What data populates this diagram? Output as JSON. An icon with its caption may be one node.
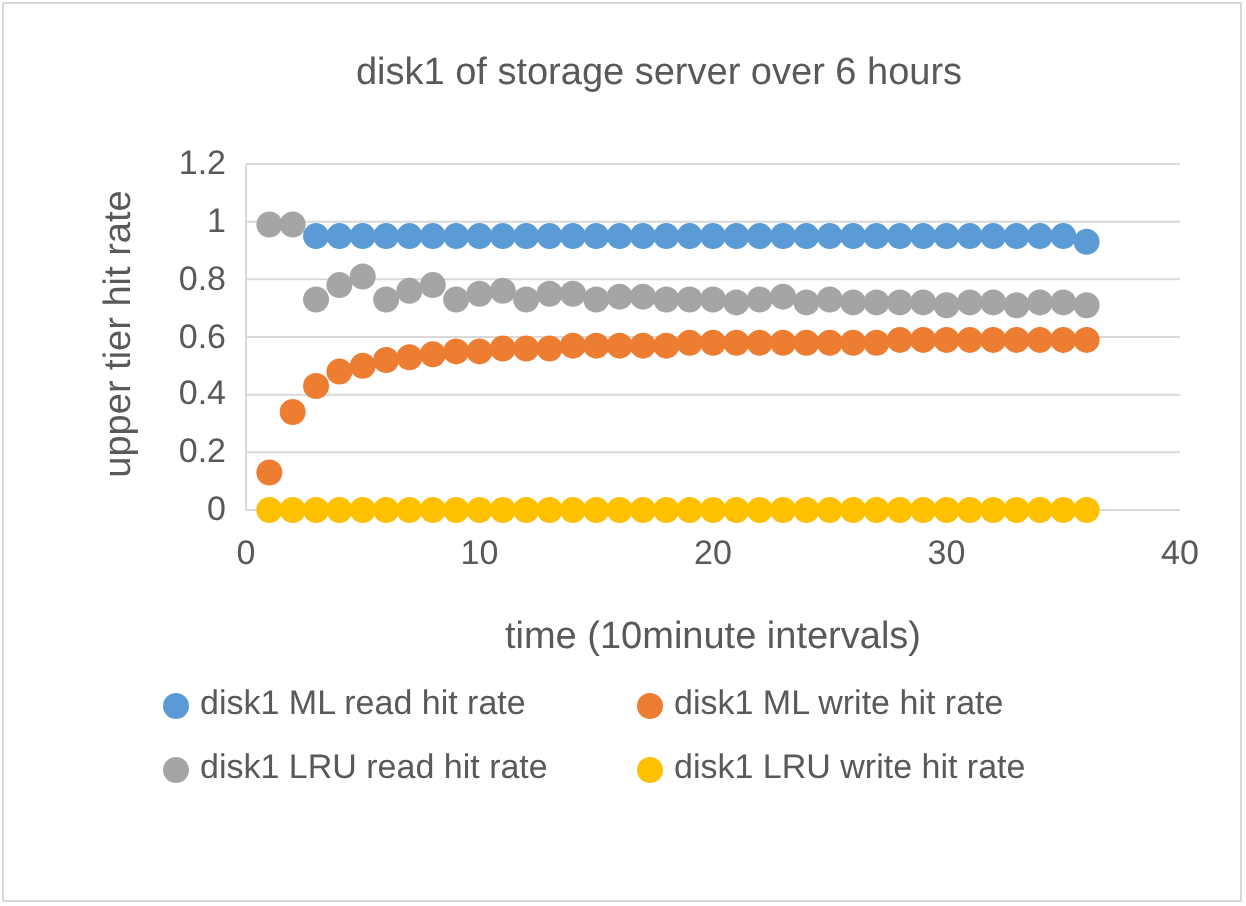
{
  "diagram": {
    "chart_data": {
      "type": "scatter",
      "title": "disk1 of storage server over 6 hours",
      "xlabel": "time (10minute intervals)",
      "ylabel": "upper tier hit rate",
      "x": [
        1,
        2,
        3,
        4,
        5,
        6,
        7,
        8,
        9,
        10,
        11,
        12,
        13,
        14,
        15,
        16,
        17,
        18,
        19,
        20,
        21,
        22,
        23,
        24,
        25,
        26,
        27,
        28,
        29,
        30,
        31,
        32,
        33,
        34,
        35,
        36
      ],
      "grid": "y",
      "legend": "bottom",
      "xlim": [
        0,
        40
      ],
      "ylim": [
        0,
        1.2
      ],
      "xticks": [
        0,
        10,
        20,
        30,
        40
      ],
      "yticks": [
        0,
        0.2,
        0.4,
        0.6,
        0.8,
        1,
        1.2
      ],
      "series": [
        {
          "name": "disk1 ML read hit rate",
          "color": "#5b9bd5",
          "values": [
            null,
            null,
            0.95,
            0.95,
            0.95,
            0.95,
            0.95,
            0.95,
            0.95,
            0.95,
            0.95,
            0.95,
            0.95,
            0.95,
            0.95,
            0.95,
            0.95,
            0.95,
            0.95,
            0.95,
            0.95,
            0.95,
            0.95,
            0.95,
            0.95,
            0.95,
            0.95,
            0.95,
            0.95,
            0.95,
            0.95,
            0.95,
            0.95,
            0.95,
            0.95,
            0.93
          ]
        },
        {
          "name": "disk1 ML write hit rate",
          "color": "#ed7d31",
          "values": [
            0.13,
            0.34,
            0.43,
            0.48,
            0.5,
            0.52,
            0.53,
            0.54,
            0.55,
            0.55,
            0.56,
            0.56,
            0.56,
            0.57,
            0.57,
            0.57,
            0.57,
            0.57,
            0.58,
            0.58,
            0.58,
            0.58,
            0.58,
            0.58,
            0.58,
            0.58,
            0.58,
            0.59,
            0.59,
            0.59,
            0.59,
            0.59,
            0.59,
            0.59,
            0.59,
            0.59
          ]
        },
        {
          "name": "disk1 LRU read hit rate",
          "color": "#a5a5a5",
          "values": [
            0.99,
            0.99,
            0.73,
            0.78,
            0.81,
            0.73,
            0.76,
            0.78,
            0.73,
            0.75,
            0.76,
            0.73,
            0.75,
            0.75,
            0.73,
            0.74,
            0.74,
            0.73,
            0.73,
            0.73,
            0.72,
            0.73,
            0.74,
            0.72,
            0.73,
            0.72,
            0.72,
            0.72,
            0.72,
            0.71,
            0.72,
            0.72,
            0.71,
            0.72,
            0.72,
            0.71
          ]
        },
        {
          "name": "disk1 LRU write hit rate",
          "color": "#ffc000",
          "values": [
            0,
            0,
            0,
            0,
            0,
            0,
            0,
            0,
            0,
            0,
            0,
            0,
            0,
            0,
            0,
            0,
            0,
            0,
            0,
            0,
            0,
            0,
            0,
            0,
            0,
            0,
            0,
            0,
            0,
            0,
            0,
            0,
            0,
            0,
            0,
            0
          ]
        }
      ]
    }
  }
}
